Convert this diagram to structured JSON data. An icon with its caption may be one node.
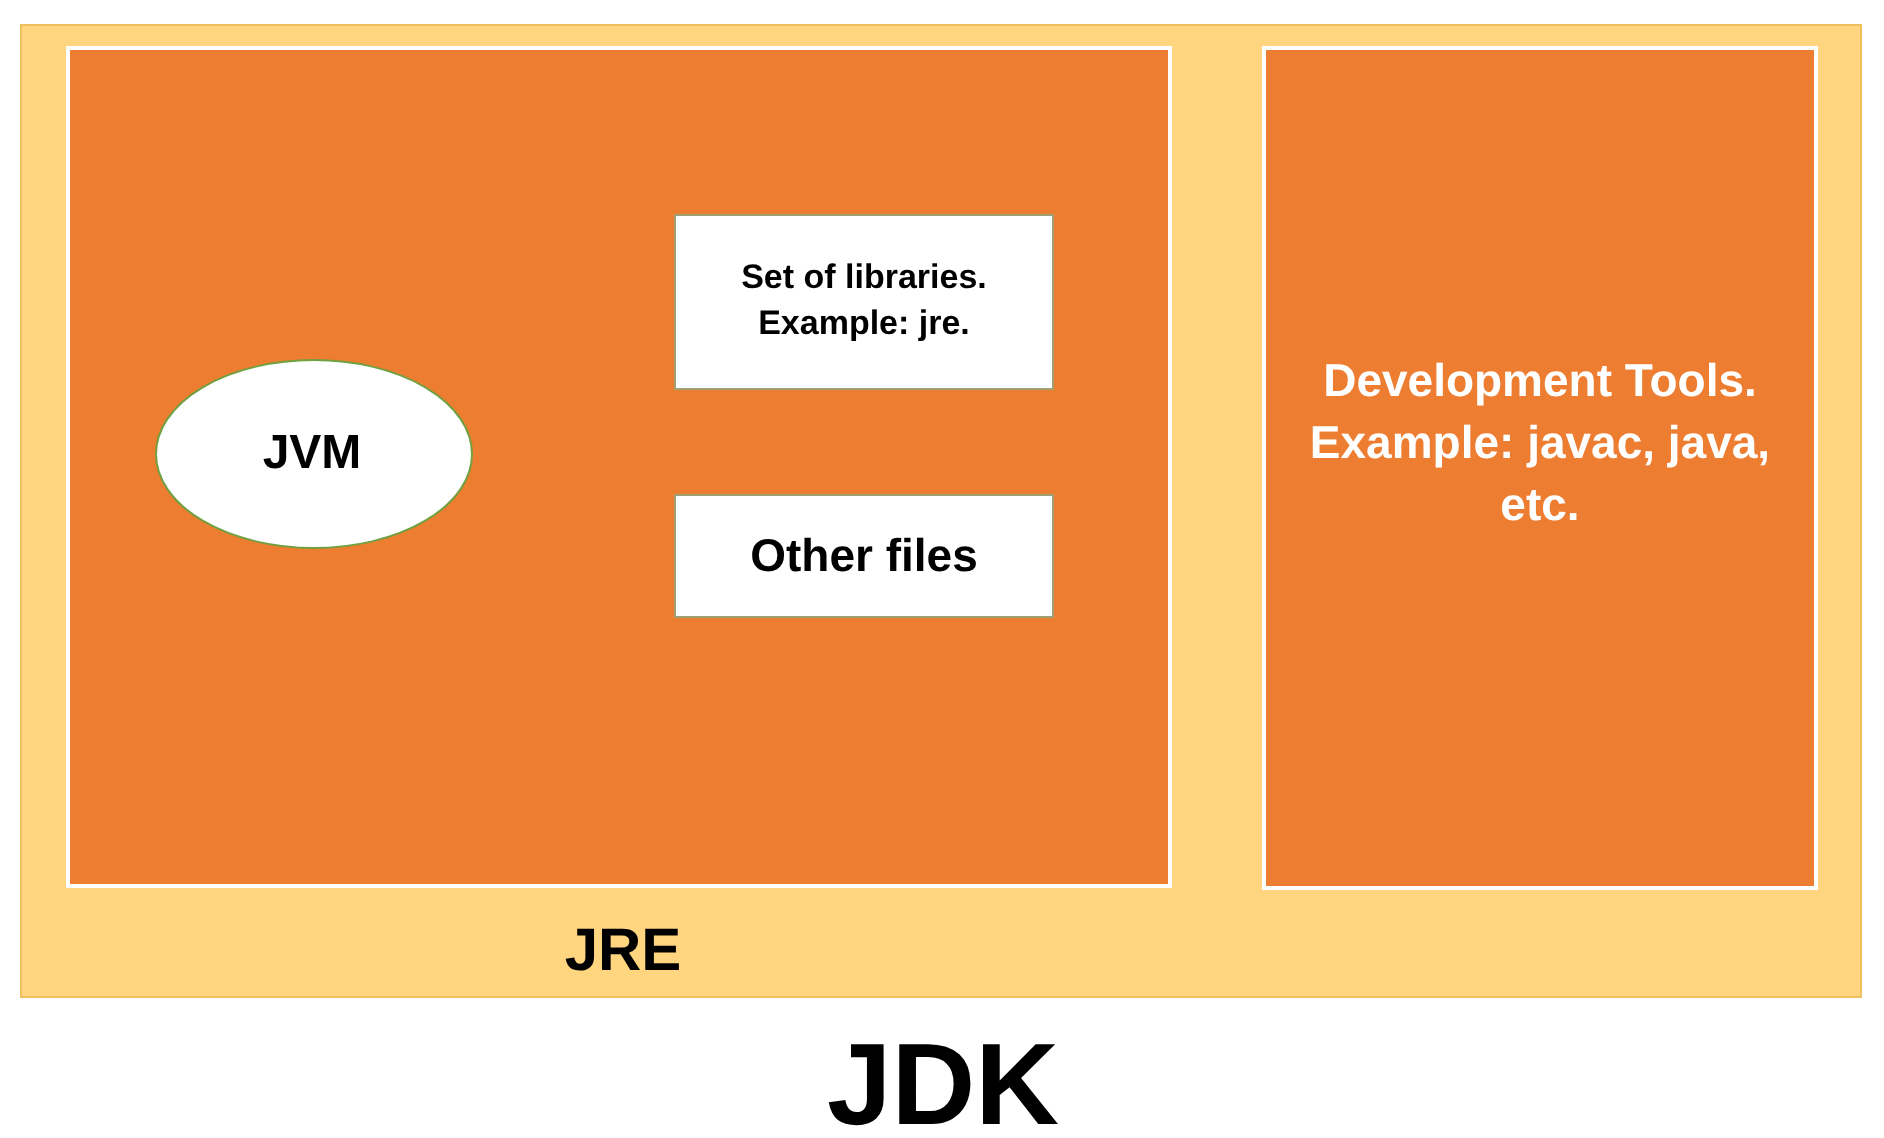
{
  "diagram": {
    "nodes": [
      {
        "text": [
          "JDK"
        ]
      },
      {
        "text": [
          "JRE"
        ],
        "in": 0
      },
      {
        "text": [
          "JVM"
        ],
        "in": 1
      },
      {
        "text": [
          "Set of libraries. Example: jre."
        ],
        "in": 1
      },
      {
        "text": [
          "Other files"
        ],
        "in": 1
      },
      {
        "text": [
          "Development Tools. Example: javac, java, etc."
        ],
        "in": 0
      }
    ]
  }
}
